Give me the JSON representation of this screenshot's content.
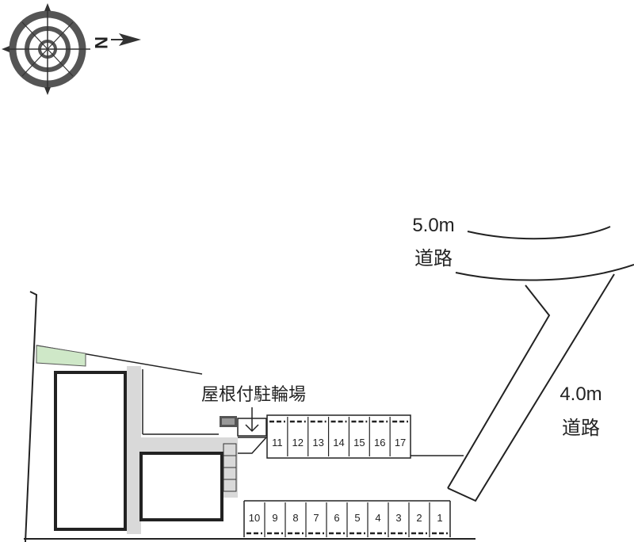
{
  "compass": {
    "north_label": "N",
    "icon": "compass-rose-icon"
  },
  "roads": [
    {
      "width": "5.0m",
      "label": "道路"
    },
    {
      "width": "4.0m",
      "label": "道路"
    }
  ],
  "bike_parking": {
    "label": "屋根付駐輪場"
  },
  "parking_top": [
    "11",
    "12",
    "13",
    "14",
    "15",
    "16",
    "17"
  ],
  "parking_bottom": [
    "10",
    "9",
    "8",
    "7",
    "6",
    "5",
    "4",
    "3",
    "2",
    "1"
  ],
  "colors": {
    "line": "#222222",
    "walkway": "#d9d9d9",
    "green_area": "#cfe8c8"
  }
}
